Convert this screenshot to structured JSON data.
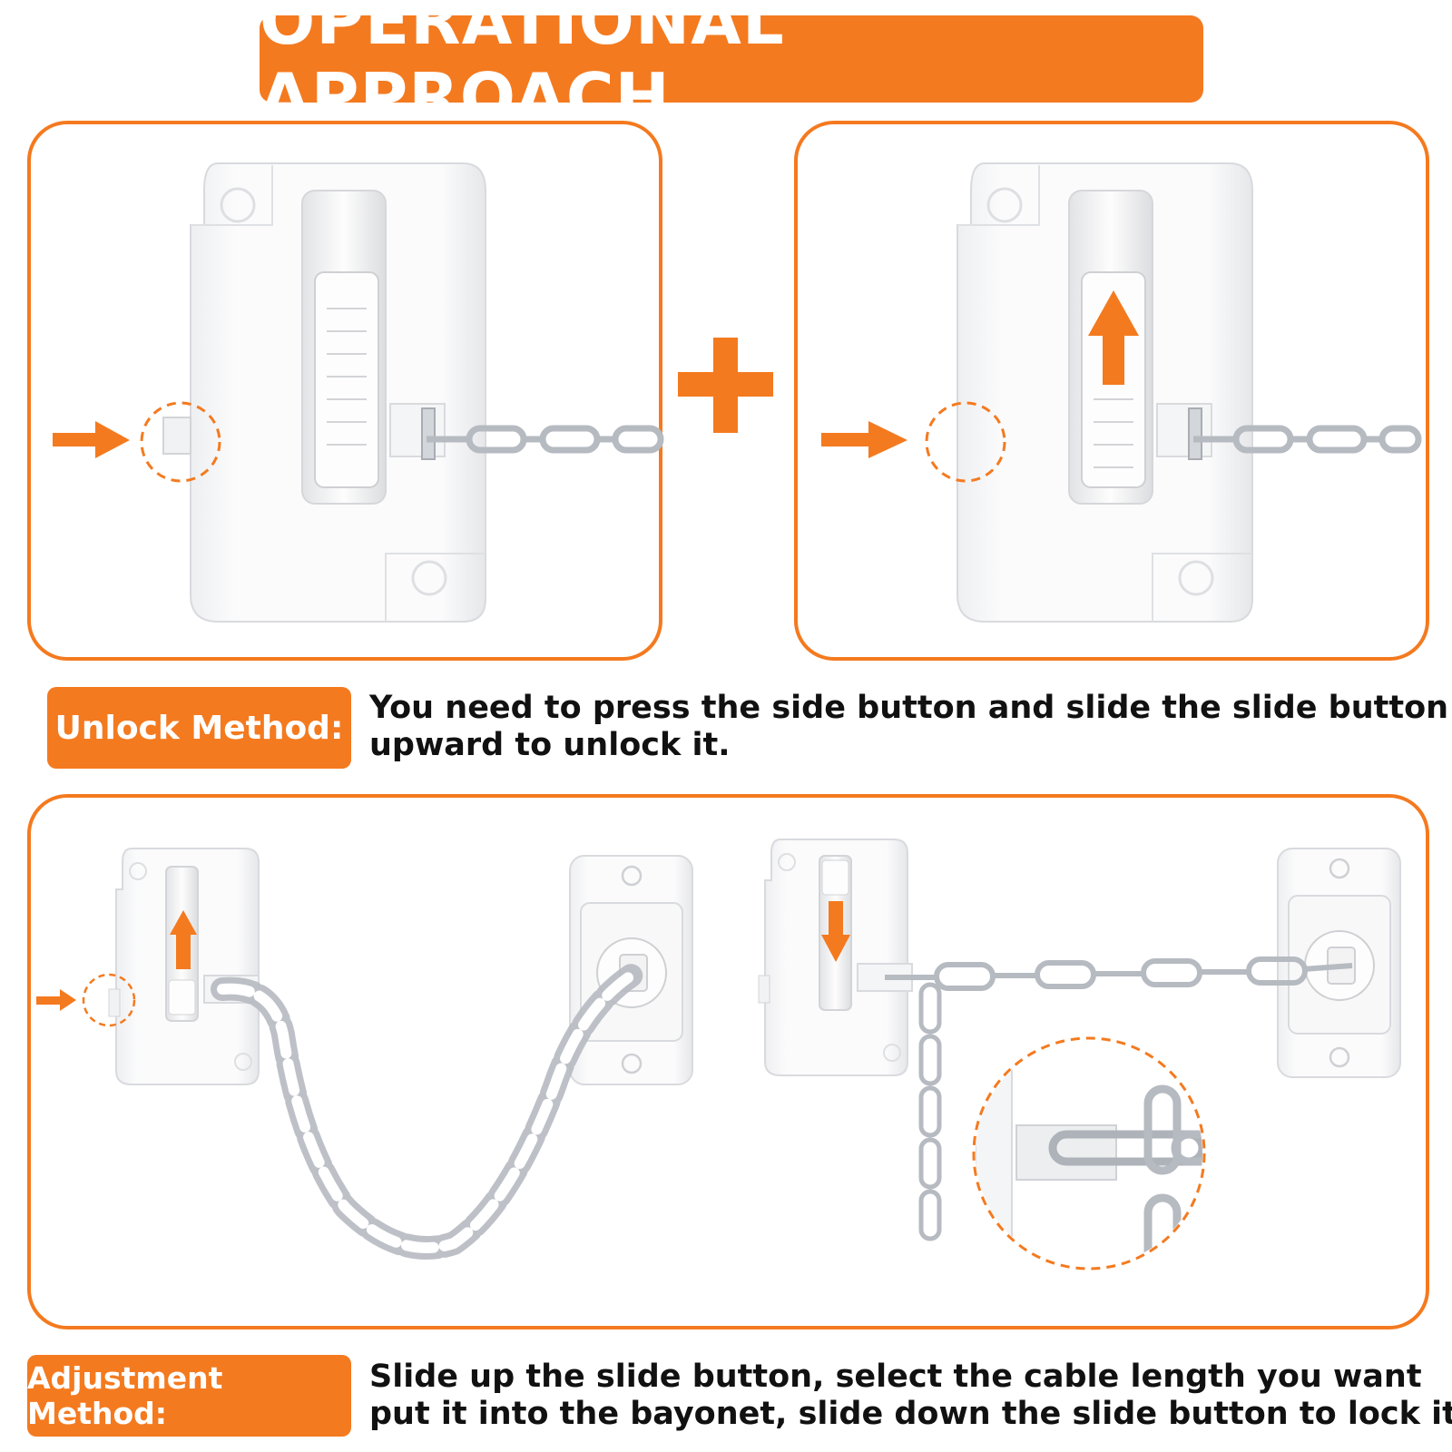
{
  "title": "OPERATIONAL APPROACH",
  "unlock": {
    "label": "Unlock Method:",
    "text_line1": "You need to press the side button and slide the slide button",
    "text_line2": "upward to unlock it."
  },
  "adjustment": {
    "label": "Adjustment Method:",
    "text_line1": "Slide up the slide button, select the cable length you want",
    "text_line2": "put it into the bayonet, slide down the slide button to lock it."
  },
  "colors": {
    "accent": "#f47a1f",
    "lock_body": "#f7f7f8",
    "lock_edge": "#d9dade",
    "chain": "#b9bdc4"
  },
  "icons": [
    "plus-icon",
    "arrow-right-icon",
    "arrow-up-icon",
    "arrow-down-icon"
  ]
}
